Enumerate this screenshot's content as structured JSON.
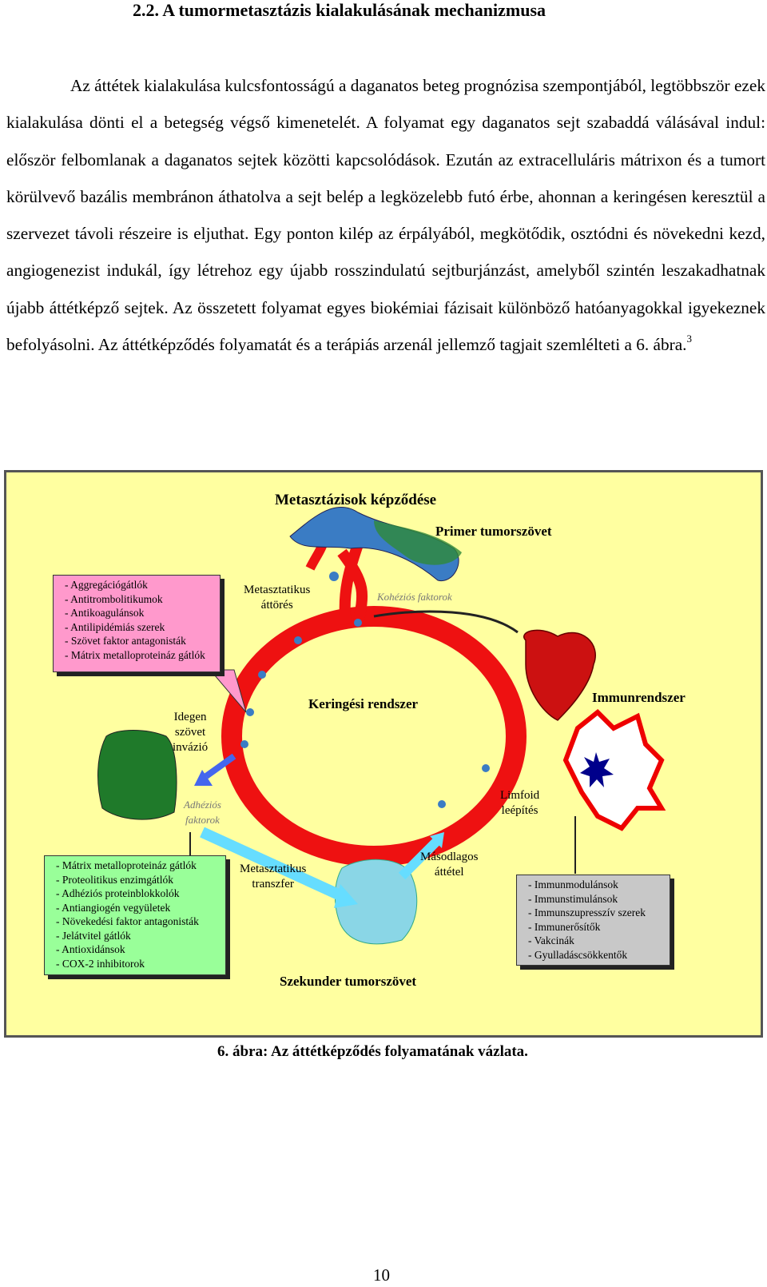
{
  "heading": "2.2. A tumormetasztázis kialakulásának mechanizmusa",
  "paragraph": "Az áttétek kialakulása kulcsfontosságú a daganatos beteg prognózisa szempontjából, legtöbbször ezek kialakulása dönti el a betegség végső kimenetelét. A folyamat egy daganatos sejt szabaddá válásával indul: először felbomlanak a daganatos sejtek közötti kapcsolódások. Ezután az extracelluláris mátrixon és a tumort körülvevő bazális membránon áthatolva a sejt belép a legközelebb futó érbe, ahonnan a keringésen keresztül a szervezet távoli részeire is eljuthat. Egy ponton kilép az érpályából, megkötődik, osztódni és növekedni kezd, angiogenezist indukál, így létrehoz egy újabb rosszindulatú sejtburjánzást, amelyből szintén leszakadhatnak újabb áttétképző sejtek. Az összetett folyamat egyes biokémiai fázisait különböző hatóanyagokkal igyekeznek befolyásolni. Az áttétképződés folyamatát és a terápiás arzenál jellemző tagjait szemlélteti a 6. ábra.",
  "footnote_ref": "3",
  "figure": {
    "title": "Metasztázisok képződése",
    "primary": "Primer tumorszövet",
    "metastatic_breakthrough": "Metasztatikus\náttörés",
    "cohesion": "Kohéziós faktorok",
    "circulation": "Keringési rendszer",
    "immune": "Immunrendszer",
    "foreign_invasion": "Idegen\nszövet\ninvázió",
    "adhesion": "Adhéziós\nfaktorok",
    "lymphoid": "Limfoid\nleépítés",
    "secondary_metastasis": "Másodlagos\náttétel",
    "metastatic_transfer": "Metasztatikus\ntranszfer",
    "secondary_tissue": "Szekunder tumorszövet",
    "pink_box": [
      "Aggregációgátlók",
      "Antitrombolitikumok",
      "Antikoagulánsok",
      "Antilipidémiás szerek",
      "Szövet faktor antagonisták",
      "Mátrix metalloproteináz gátlók"
    ],
    "green_box": [
      "Mátrix metalloproteináz gátlók",
      "Proteolitikus enzimgátlók",
      "Adhéziós proteinblokkolók",
      "Antiangiogén vegyületek",
      "Növekedési faktor antagonisták",
      "Jelátvitel gátlók",
      "Antioxidánsok",
      "COX-2 inhibitorok"
    ],
    "grey_box": [
      "Immunmodulánsok",
      "Immunstimulánsok",
      "Immunszupresszív szerek",
      "Immunerősítők",
      "Vakcinák",
      "Gyulladáscsökkentők"
    ],
    "colors": {
      "background": "#ffffa0",
      "vessel": "#ee1111",
      "pink": "#ff99cc",
      "green": "#99ff99",
      "grey": "#c8c8c8",
      "arrow": "#66ddff"
    }
  },
  "caption": "6. ábra: Az áttétképződés folyamatának vázlata.",
  "page_number": "10"
}
